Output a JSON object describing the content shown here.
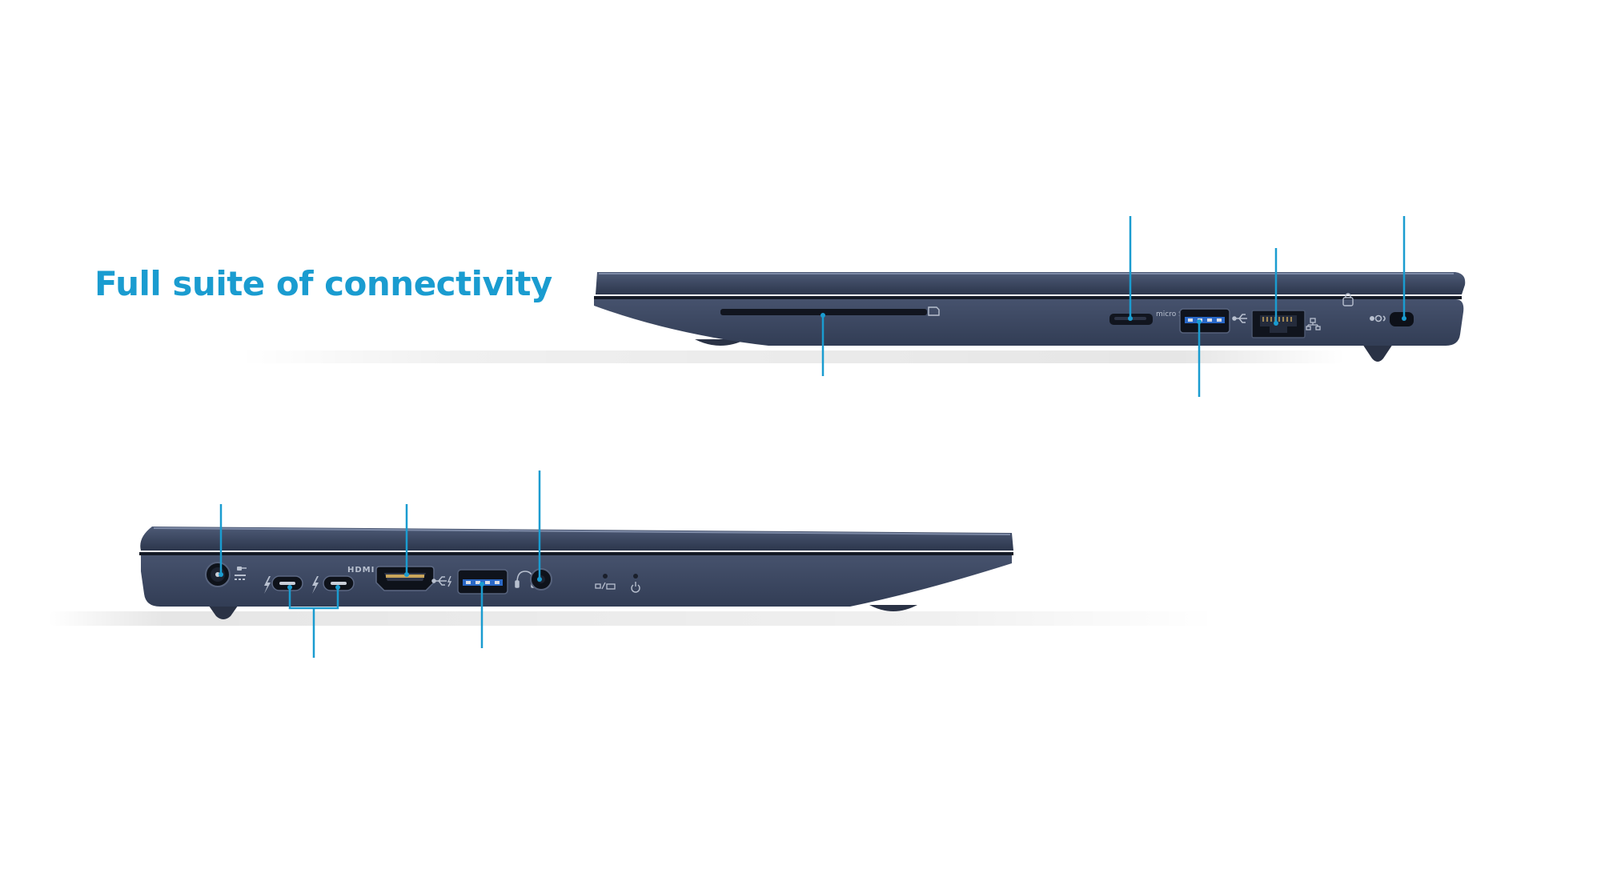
{
  "headline": "Full suite of connectivity",
  "colors": {
    "accent": "#1a9cd0",
    "chassis": "#3b4761",
    "chassis_dark": "#1d2536",
    "chassis_light": "#56627c",
    "port_dark": "#11151f",
    "port_metal": "#c9ced8",
    "marking": "#b8c0cf"
  },
  "views": [
    {
      "name": "right-side-view",
      "ports": [
        "sd-card-slot",
        "microsd-card-slot",
        "usb-a-port",
        "rj45-ethernet-port",
        "security-lock-slot"
      ]
    },
    {
      "name": "left-side-view",
      "ports": [
        "dc-power-jack",
        "thunderbolt-usb-c-ports",
        "hdmi-port",
        "usb-a-port",
        "headset-audio-jack",
        "status-leds"
      ]
    }
  ],
  "icons": [
    "sd-card-icon",
    "microsd-icon",
    "usb-icon",
    "network-icon",
    "lock-icon",
    "power-plug-icon",
    "thunderbolt-icon",
    "hdmi-icon",
    "headset-icon",
    "battery-led-icon",
    "power-led-icon"
  ],
  "marking_text": {
    "hdmi": "HDMI",
    "microsd": "micro SD"
  }
}
